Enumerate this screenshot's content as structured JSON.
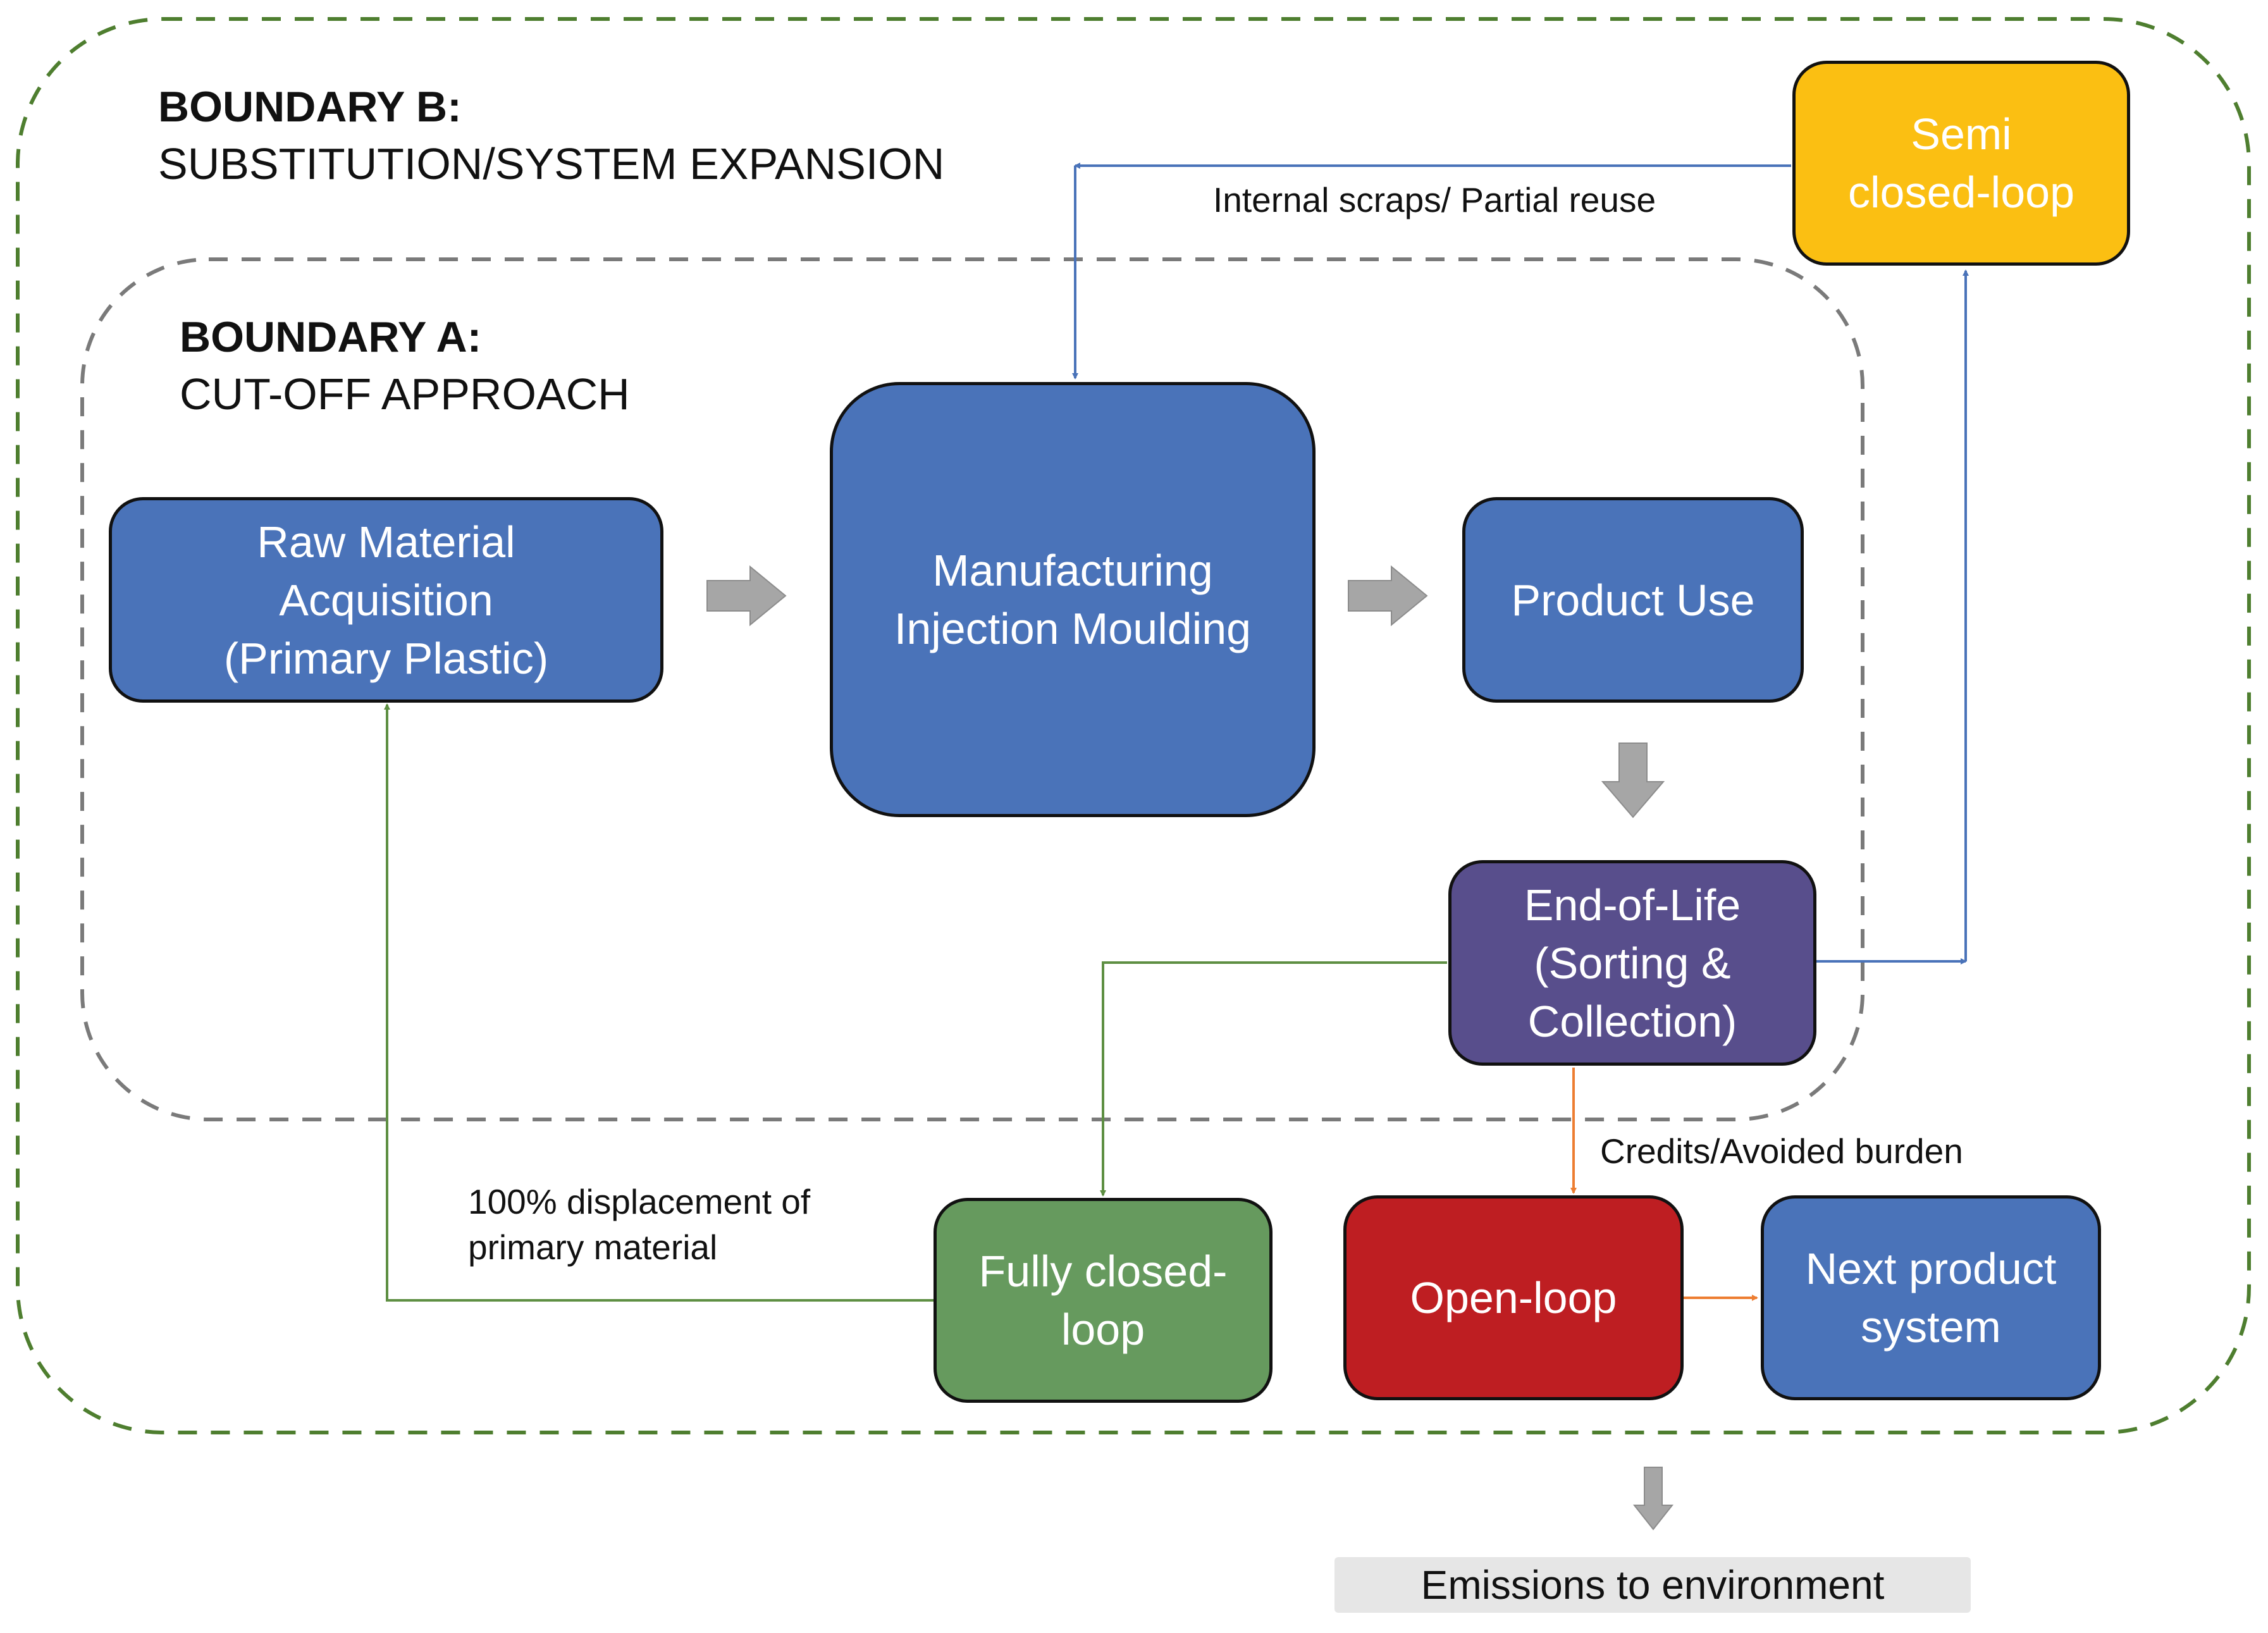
{
  "boundaries": {
    "b": {
      "name": "BOUNDARY B:",
      "subtitle": "SUBSTITUTION/SYSTEM EXPANSION"
    },
    "a": {
      "name": "BOUNDARY A:",
      "subtitle": "CUT-OFF APPROACH"
    }
  },
  "nodes": {
    "raw_material": "Raw Material\nAcquisition\n(Primary Plastic)",
    "manufacturing": "Manufacturing\nInjection Moulding",
    "product_use": "Product Use",
    "end_of_life": "End-of-Life\n(Sorting &\nCollection)",
    "semi_closed": "Semi\nclosed-loop",
    "fully_closed": "Fully closed-\nloop",
    "open_loop": "Open-loop",
    "next_product": "Next product\nsystem"
  },
  "flow_labels": {
    "internal_scraps": "Internal scraps/ Partial reuse",
    "credits": "Credits/Avoided burden",
    "displacement": "100% displacement of\nprimary material"
  },
  "emissions": "Emissions to environment",
  "colors": {
    "process_blue": "#4a73b9",
    "end_of_life_purple": "#584e8c",
    "semi_closed_yellow": "#fbbf12",
    "fully_closed_green": "#669a5e",
    "open_loop_red": "#be1e22",
    "boundary_b_green": "#4e7e2f",
    "boundary_a_gray": "#7a7a7a",
    "blue_line": "#4a73b9",
    "green_line": "#5e8f43",
    "orange_line": "#ed7d31",
    "block_arrow_gray": "#a6a6a6"
  }
}
